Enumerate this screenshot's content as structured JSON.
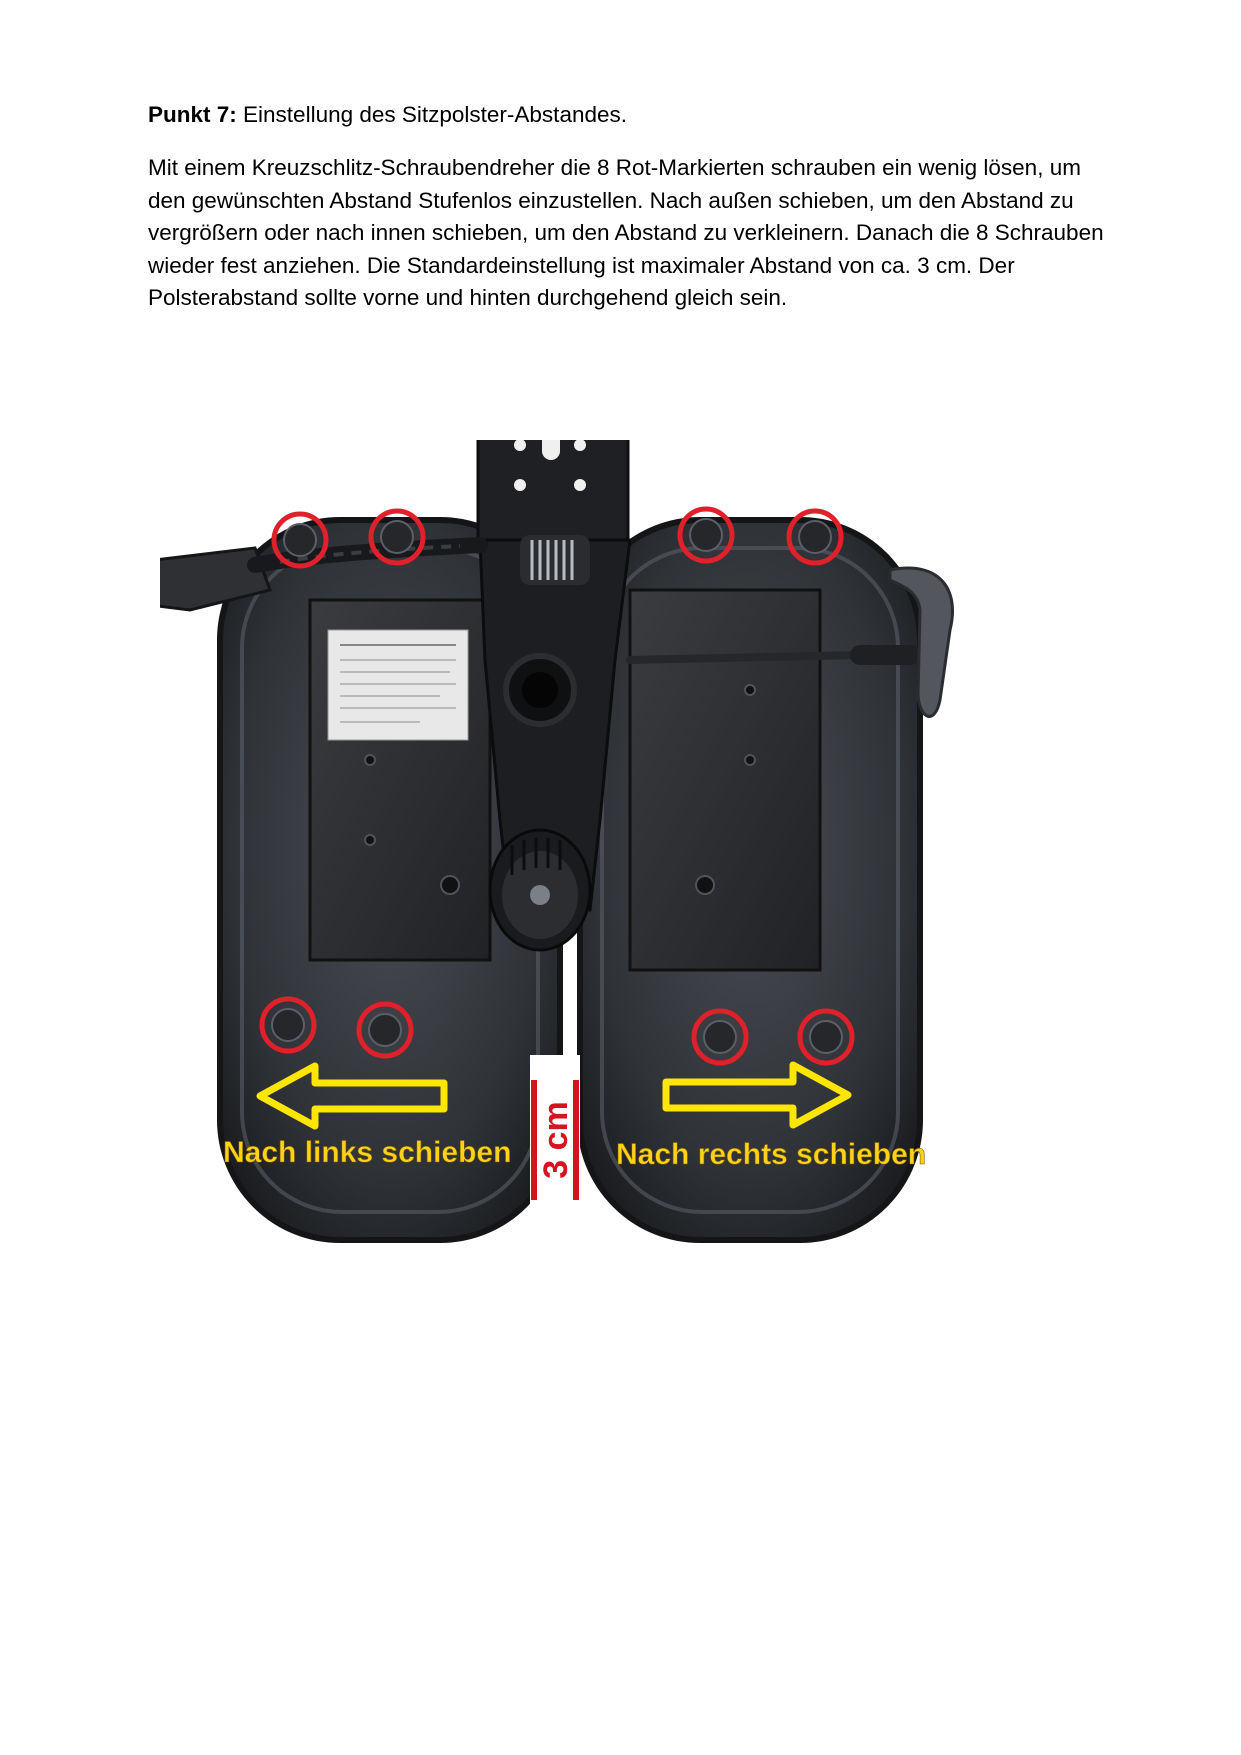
{
  "heading": {
    "label": "Punkt 7:",
    "text": "Einstellung des Sitzpolster-Abstandes."
  },
  "paragraph": "Mit einem Kreuzschlitz-Schraubendreher die 8 Rot-Markierten schrauben ein wenig lösen, um den gewünschten Abstand Stufenlos einzustellen. Nach außen schieben, um den Abstand zu vergrößern oder nach innen schieben, um den Abstand zu verkleinern. Danach die 8 Schrauben wieder fest anziehen. Die Standardeinstellung ist maximaler Abstand von ca. 3 cm. Der Polsterabstand sollte vorne und hinten durchgehend gleich sein.",
  "photo": {
    "left_label": "Nach links schieben",
    "right_label": "Nach rechts schieben",
    "gap_label": "3 cm",
    "colors": {
      "arrow": "#ffe600",
      "label": "#ffd21a",
      "screw_marker": "#e0202a",
      "gap_marker": "#d4141e"
    }
  }
}
